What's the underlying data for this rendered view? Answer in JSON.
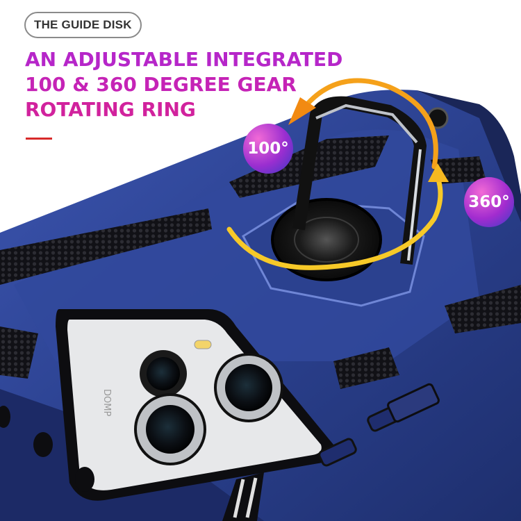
{
  "pill_label": "THE GUIDE DISK",
  "headline": {
    "line1": "AN ADJUSTABLE INTEGRATED",
    "line2": "100 & 360 DEGREE GEAR",
    "line3": "ROTATING RING"
  },
  "badges": {
    "tilt_label": "100°",
    "rotate_label": "360°"
  },
  "lens_text": "DOMP",
  "colors": {
    "case_blue": "#2a3f8f",
    "grip_black": "#1b1b1f",
    "arrow_orange": "#f5a11a",
    "headline_magenta": "#c024b8",
    "accent_red": "#d82a2a"
  }
}
